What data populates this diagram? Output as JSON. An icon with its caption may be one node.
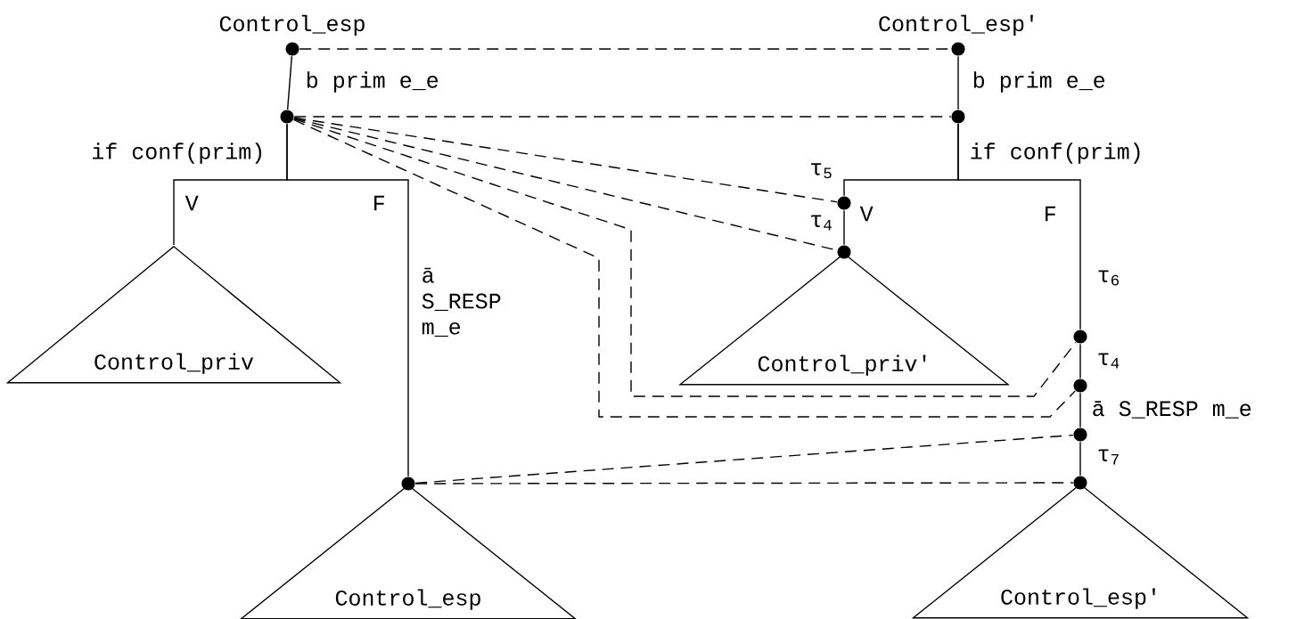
{
  "diagram": {
    "nodes": [
      {
        "text": [],
        "shape": "circle",
        "beside": [
          "Control_esp"
        ]
      },
      {
        "text": [],
        "shape": "circle"
      },
      {
        "text": [
          "Control_priv"
        ]
      },
      {
        "text": [],
        "shape": "circle"
      },
      {
        "text": [
          "Control_esp"
        ]
      },
      {
        "text": [],
        "shape": "circle",
        "beside": [
          "Control_esp'"
        ]
      },
      {
        "text": [],
        "shape": "circle"
      },
      {
        "text": [],
        "shape": "circle"
      },
      {
        "text": [],
        "shape": "circle"
      },
      {
        "text": [
          "Control_priv'"
        ]
      },
      {
        "text": [],
        "shape": "circle"
      },
      {
        "text": [],
        "shape": "circle"
      },
      {
        "text": [],
        "shape": "circle"
      },
      {
        "text": [],
        "shape": "circle"
      },
      {
        "text": [
          "Control_esp'"
        ]
      }
    ],
    "edges": [
      {
        "from": 0,
        "to": 1,
        "arrow": "none",
        "label": "b prim e_e"
      },
      {
        "from": 1,
        "to": 2,
        "arrow": "none"
      },
      {
        "from": 1,
        "to": 3,
        "arrow": "none",
        "label": "ā S_RESP m_e"
      },
      {
        "from": 5,
        "to": 6,
        "arrow": "none",
        "label": "b prim e_e"
      },
      {
        "from": 6,
        "to": 7,
        "arrow": "none"
      },
      {
        "from": 6,
        "to": 10,
        "arrow": "none",
        "label": "τ$_{6}$"
      },
      {
        "from": 7,
        "to": 8,
        "arrow": "none",
        "label": "τ$_{4}$"
      },
      {
        "from": 10,
        "to": 11,
        "arrow": "none",
        "label": "τ$_{4}$"
      },
      {
        "from": 11,
        "to": 12,
        "arrow": "none",
        "label": "ā S_RESP m_e"
      },
      {
        "from": 12,
        "to": 13,
        "arrow": "none",
        "label": "τ$_{7}$"
      },
      {
        "from": 0,
        "to": 5,
        "arrow": "none",
        "style": "dashed"
      },
      {
        "from": 1,
        "to": 6,
        "arrow": "none",
        "style": "dashed"
      },
      {
        "from": 1,
        "to": 7,
        "arrow": "none",
        "style": "dashed"
      },
      {
        "from": 1,
        "to": 8,
        "arrow": "none",
        "style": "dashed"
      },
      {
        "from": 1,
        "to": 10,
        "arrow": "none",
        "style": "dashed"
      },
      {
        "from": 1,
        "to": 11,
        "arrow": "none",
        "style": "dashed"
      },
      {
        "from": 3,
        "to": 12,
        "arrow": "none",
        "style": "dashed"
      },
      {
        "from": 3,
        "to": 13,
        "arrow": "none",
        "style": "dashed"
      }
    ],
    "labels": [
      "if conf(prim)",
      "V",
      "F",
      "τ$_{5}$",
      "if conf(prim)",
      "V",
      "F"
    ]
  }
}
